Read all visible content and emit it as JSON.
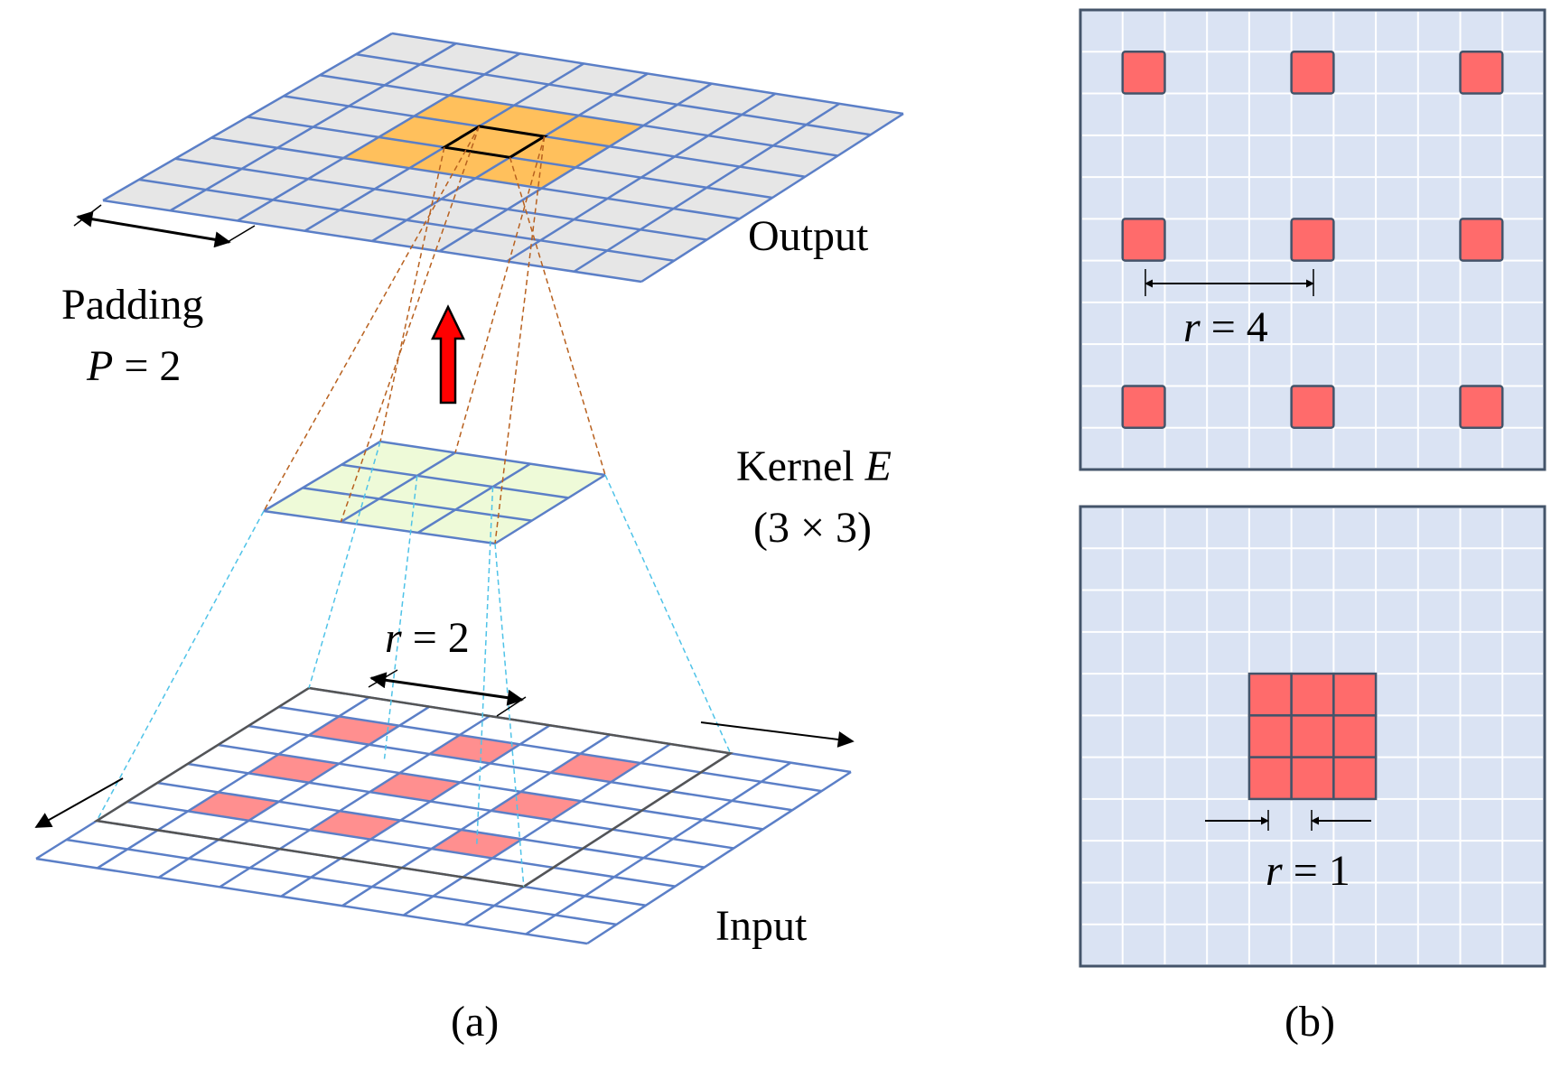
{
  "panel_a": {
    "output_label": "Output",
    "padding_label": "Padding",
    "padding_eq_var": "P",
    "padding_eq_rest": " = 2",
    "kernel_label_word": "Kernel ",
    "kernel_label_var": "E",
    "kernel_size": "(3 × 3)",
    "dilation_var": "r",
    "dilation_rest": " = 2",
    "input_label": "Input",
    "caption": "(a)"
  },
  "panel_b": {
    "top_var": "r",
    "top_rest": " = 4",
    "bottom_var": "r",
    "bottom_rest": " = 1",
    "caption": "(b)"
  },
  "colors": {
    "grid_line": "#5b7fc7",
    "output_cell": "#e6e6e6",
    "receptive_cell": "#ffc05c",
    "kernel_cell": "#eefad8",
    "input_highlight": "#ff8f8f",
    "panel_b_bg": "#dae3f3",
    "panel_b_cell": "#ff6b6b",
    "panel_b_border": "#44546a",
    "arrow_red": "#ff0000"
  }
}
